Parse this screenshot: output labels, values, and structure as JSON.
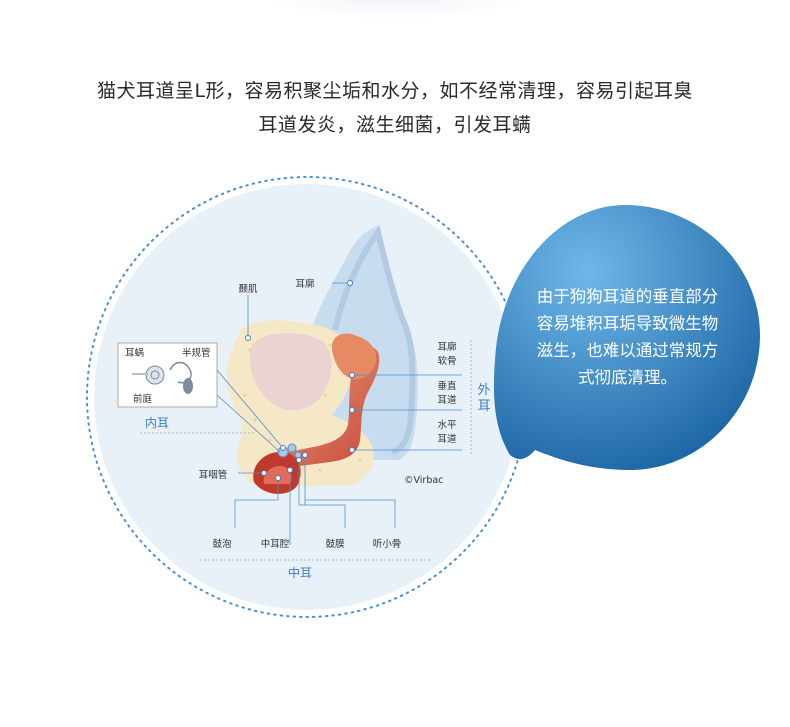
{
  "intro": {
    "line1": "猫犬耳道呈L形，容易积聚尘垢和水分，如不经常清理，容易引起耳臭",
    "line2": "耳道发炎，滋生细菌，引发耳螨"
  },
  "labels": {
    "temporalis": "颞肌",
    "pinna": "耳廓",
    "cochlea": "耳蜗",
    "semicircular": "半规管",
    "vestibule": "前庭",
    "inner_ear": "内耳",
    "auricular_cartilage": [
      "耳廓",
      "软骨"
    ],
    "vertical_canal": [
      "垂直",
      "耳道"
    ],
    "horizontal_canal": [
      "水平",
      "耳道"
    ],
    "outer_ear": [
      "外",
      "耳"
    ],
    "eustachian": "耳咽管",
    "bulla": "鼓泡",
    "middle_cavity": "中耳腔",
    "eardrum": "鼓膜",
    "ossicles": "听小骨",
    "middle_ear": "中耳",
    "credit": "©Virbac"
  },
  "bubble": {
    "lines": [
      "由于狗狗耳道的垂直部分",
      "容易堆积耳垢导致微生物",
      "滋生，也难以通过常规方",
      "式彻底清理。"
    ]
  },
  "colors": {
    "accent_blue": "#3b7dc4",
    "bubble_light": "#5aa9e0",
    "bubble_dark": "#1f6aa8",
    "circle_fill": "#e9f1f8"
  }
}
